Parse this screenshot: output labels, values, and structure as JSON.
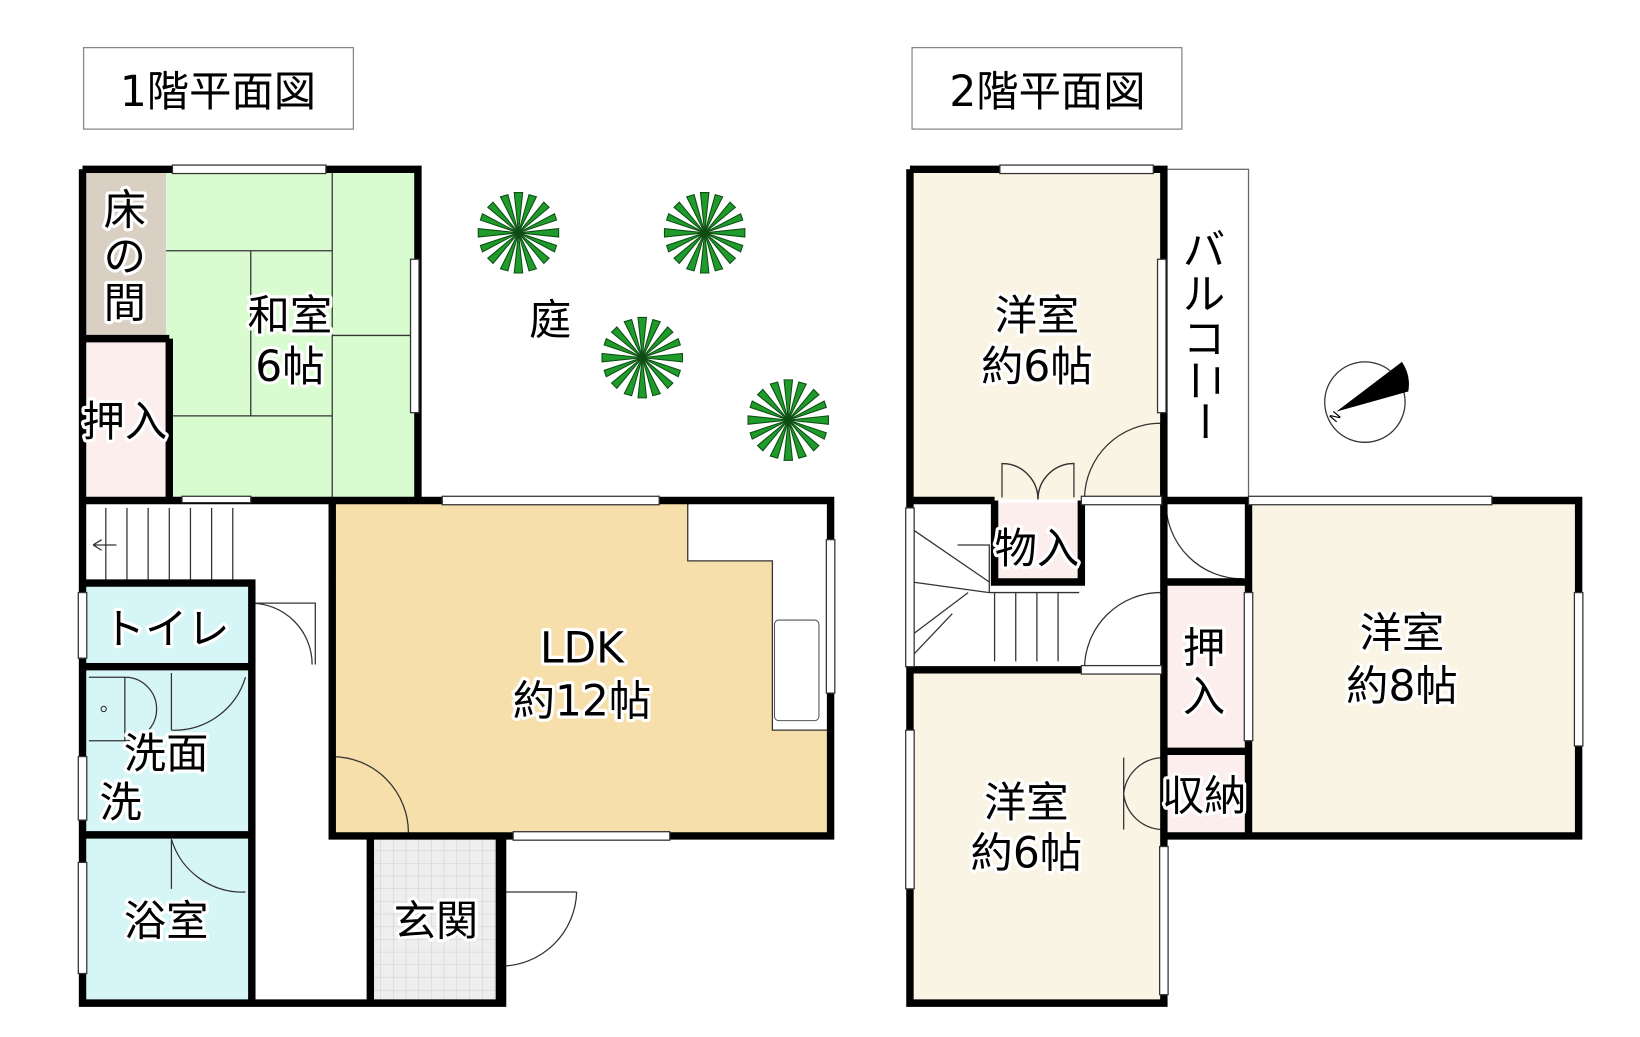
{
  "floor1": {
    "title": "1階平面図",
    "rooms": {
      "tokonoma": [
        "床",
        "の",
        "間"
      ],
      "washitsu": [
        "和室",
        "6帖"
      ],
      "oshiire": "押入",
      "niwa": "庭",
      "toilet": "トイレ",
      "senmen": "洗面",
      "sentaku": "洗",
      "yokushitsu": "浴室",
      "ldk": [
        "LDK",
        "約12帖"
      ],
      "genkan": "玄関"
    }
  },
  "floor2": {
    "title": "2階平面図",
    "rooms": {
      "youshitsu_nw": [
        "洋室",
        "約6帖"
      ],
      "balcony": [
        "バ",
        "ル",
        "コ",
        "ニ",
        "ー"
      ],
      "monoire": "物入",
      "oshiire": [
        "押",
        "入"
      ],
      "shuunou": "収納",
      "youshitsu_e": [
        "洋室",
        "約8帖"
      ],
      "youshitsu_sw": [
        "洋室",
        "約6帖"
      ]
    },
    "compass_label": "N"
  },
  "colors": {
    "washitsu": "#d9fbd0",
    "tokonoma": "#d9cfc3",
    "oshiire": "#fdeeee",
    "wet": "#d6f5f7",
    "ldk": "#f6dfaa",
    "genkan": "#eeeeee",
    "youshitsu": "#faf4e4",
    "tree": "#1f9b2c"
  }
}
